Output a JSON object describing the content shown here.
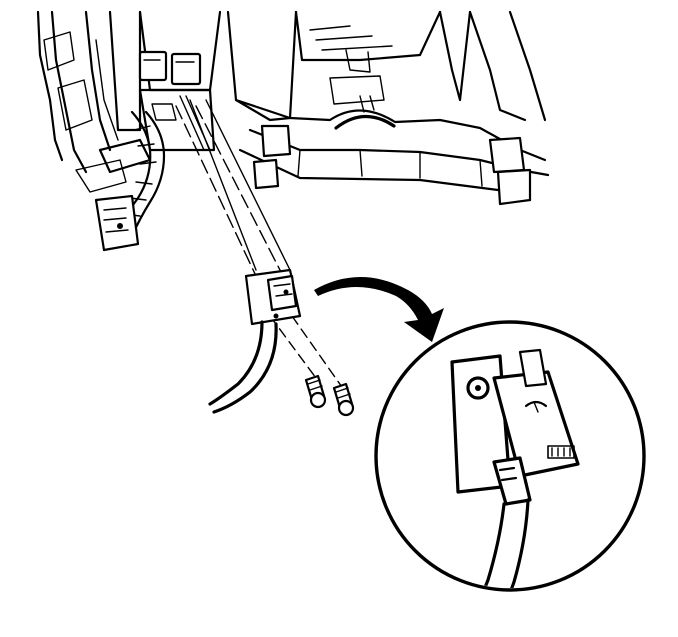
{
  "figure": {
    "type": "technical-line-illustration",
    "colors": {
      "ink": "#000000",
      "paper": "#ffffff"
    },
    "parts": [
      {
        "name": "instrument-panel-underside"
      },
      {
        "name": "wiring-harness-and-connector"
      },
      {
        "name": "mounting-bracket"
      },
      {
        "name": "switch-assembly"
      },
      {
        "name": "mounting-screws",
        "count": 2
      },
      {
        "name": "callout-arrow"
      },
      {
        "name": "detail-magnifier-circle"
      }
    ]
  }
}
